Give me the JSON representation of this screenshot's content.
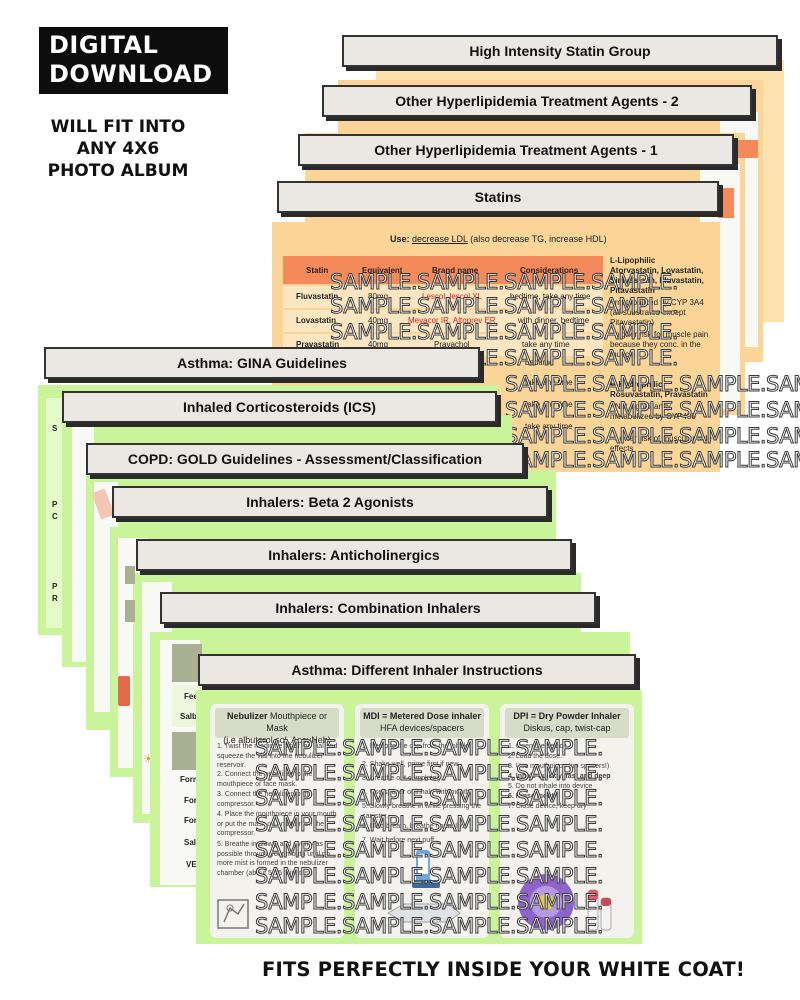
{
  "promo": {
    "badge_line1": "DIGITAL",
    "badge_line2": "DOWNLOAD",
    "fit_line1": "WILL FIT INTO",
    "fit_line2": "ANY 4X6",
    "fit_line3": "PHOTO ALBUM",
    "coat_text": "FITS PERFECTLY INSIDE YOUR WHITE COAT!"
  },
  "cards": {
    "high_intensity": "High Intensity Statin Group",
    "other_hyper_2": "Other Hyperlipidemia Treatment Agents - 2",
    "other_hyper_1": "Other Hyperlipidemia Treatment Agents - 1",
    "statins": "Statins",
    "asthma_gina": "Asthma: GINA Guidelines",
    "ics": "Inhaled Corticosteroids (ICS)",
    "copd_gold": "COPD: GOLD Guidelines - Assessment/Classification",
    "beta2": "Inhalers: Beta 2 Agonists",
    "anticholinergics": "Inhalers: Anticholinergics",
    "combination": "Inhalers: Combination Inhalers",
    "inhaler_instructions": "Asthma: Different Inhaler Instructions"
  },
  "statins_card": {
    "use_label": "Use:",
    "use_text1": "decrease LDL",
    "use_text2": "(also decrease TG, increase HDL)",
    "headers": [
      "Statin",
      "Equivalent dose",
      "Brand name",
      "Considerations"
    ],
    "rows": [
      [
        "Fluvastatin",
        "80mg",
        "Lescol, lescol XL",
        "bedtime, take any time"
      ],
      [
        "Lovastatin",
        "40mg",
        "Mevacor IR, Altoprev ER",
        "with dinner, bedtime"
      ],
      [
        "Pravastatin",
        "40mg",
        "Pravachol",
        "take any time"
      ]
    ],
    "side_text": [
      "L-Lipophilic",
      "Atorvastatin, Lovastatin,",
      "Simvastatin, Fluvastatin,",
      "Pitavastatin",
      "- metabolized by CYP 3A4",
      "(all substrates except",
      "Pitavastatin)",
      "- higher risk for muscle pain",
      "because they conc. in the",
      "muscle",
      "H-Hydrophilic",
      "Rosuvastatin, Pravastatin",
      "- Not significantly",
      "metabolized by CYP450",
      "- Lower risk of muscular side",
      "effects"
    ],
    "extra_rows": [
      "bedtime",
      "take any time",
      "take any time",
      "take any time"
    ]
  },
  "instructions_card": {
    "columns": [
      {
        "heading_bold": "Nebulizer",
        "heading_rest": "Mouthpiece or Mask",
        "subheading": "(i.e albuterol sol, AccuNeb)",
        "steps": [
          "1. Twist the medicine off of the vial and squeeze the vial into the nebulizer reservoir.",
          "2. Connect the nebulizer to the mouthpiece or face mask.",
          "3. Connect the nebulizer to the compressor.",
          "4. Place the mouthpiece in your mouth or put the mask on and turn on the compressor.",
          "5. Breathe in slowly and evenly as possible through your mouth until no more mist is formed in the nebulizer chamber (about 5-15 minutes)."
        ]
      },
      {
        "heading_bold": "MDI = Metered Dose inhaler",
        "heading_rest": "",
        "subheading": "HFA devices/spacers",
        "steps": [
          "1. Remove the cap from the inhaler.",
          "2. Shake well, prime first if new.",
          "3. Breathe out completely.",
          "4. Use spacer or inhale with mouth.",
          "5. Slowly breathe in while pressing the canister.",
          "6. Hold breath, breathe normally.",
          "7. Wait before next puff."
        ]
      },
      {
        "heading_bold": "DPI = Dry Powder Inhaler",
        "heading_rest": "",
        "subheading": "Diskus, cap, twist-cap",
        "steps": [
          "1. Open the device.",
          "2. Load the dose.",
          "3. Use mouthpiece (no spacers!)",
          "4. Inhale quickly, fast and deep",
          "5. Do not inhale into device",
          "6. Rinse mouth",
          "7. Close device, keep dry"
        ]
      }
    ]
  },
  "combo_rows": [
    "Form",
    "Form",
    "Form",
    "Salb",
    "VE"
  ],
  "beta_rows": [
    "Fee",
    "Salb"
  ],
  "watermark": "SAMPLE.SAMPLE.SAMPLE.SAMPLE.",
  "colors": {
    "peach": "#fbd597",
    "green": "#c9f49a",
    "orange_header": "#f48a5a",
    "title_bar": "#ebe7e2",
    "badge": "#0d0d0d"
  }
}
